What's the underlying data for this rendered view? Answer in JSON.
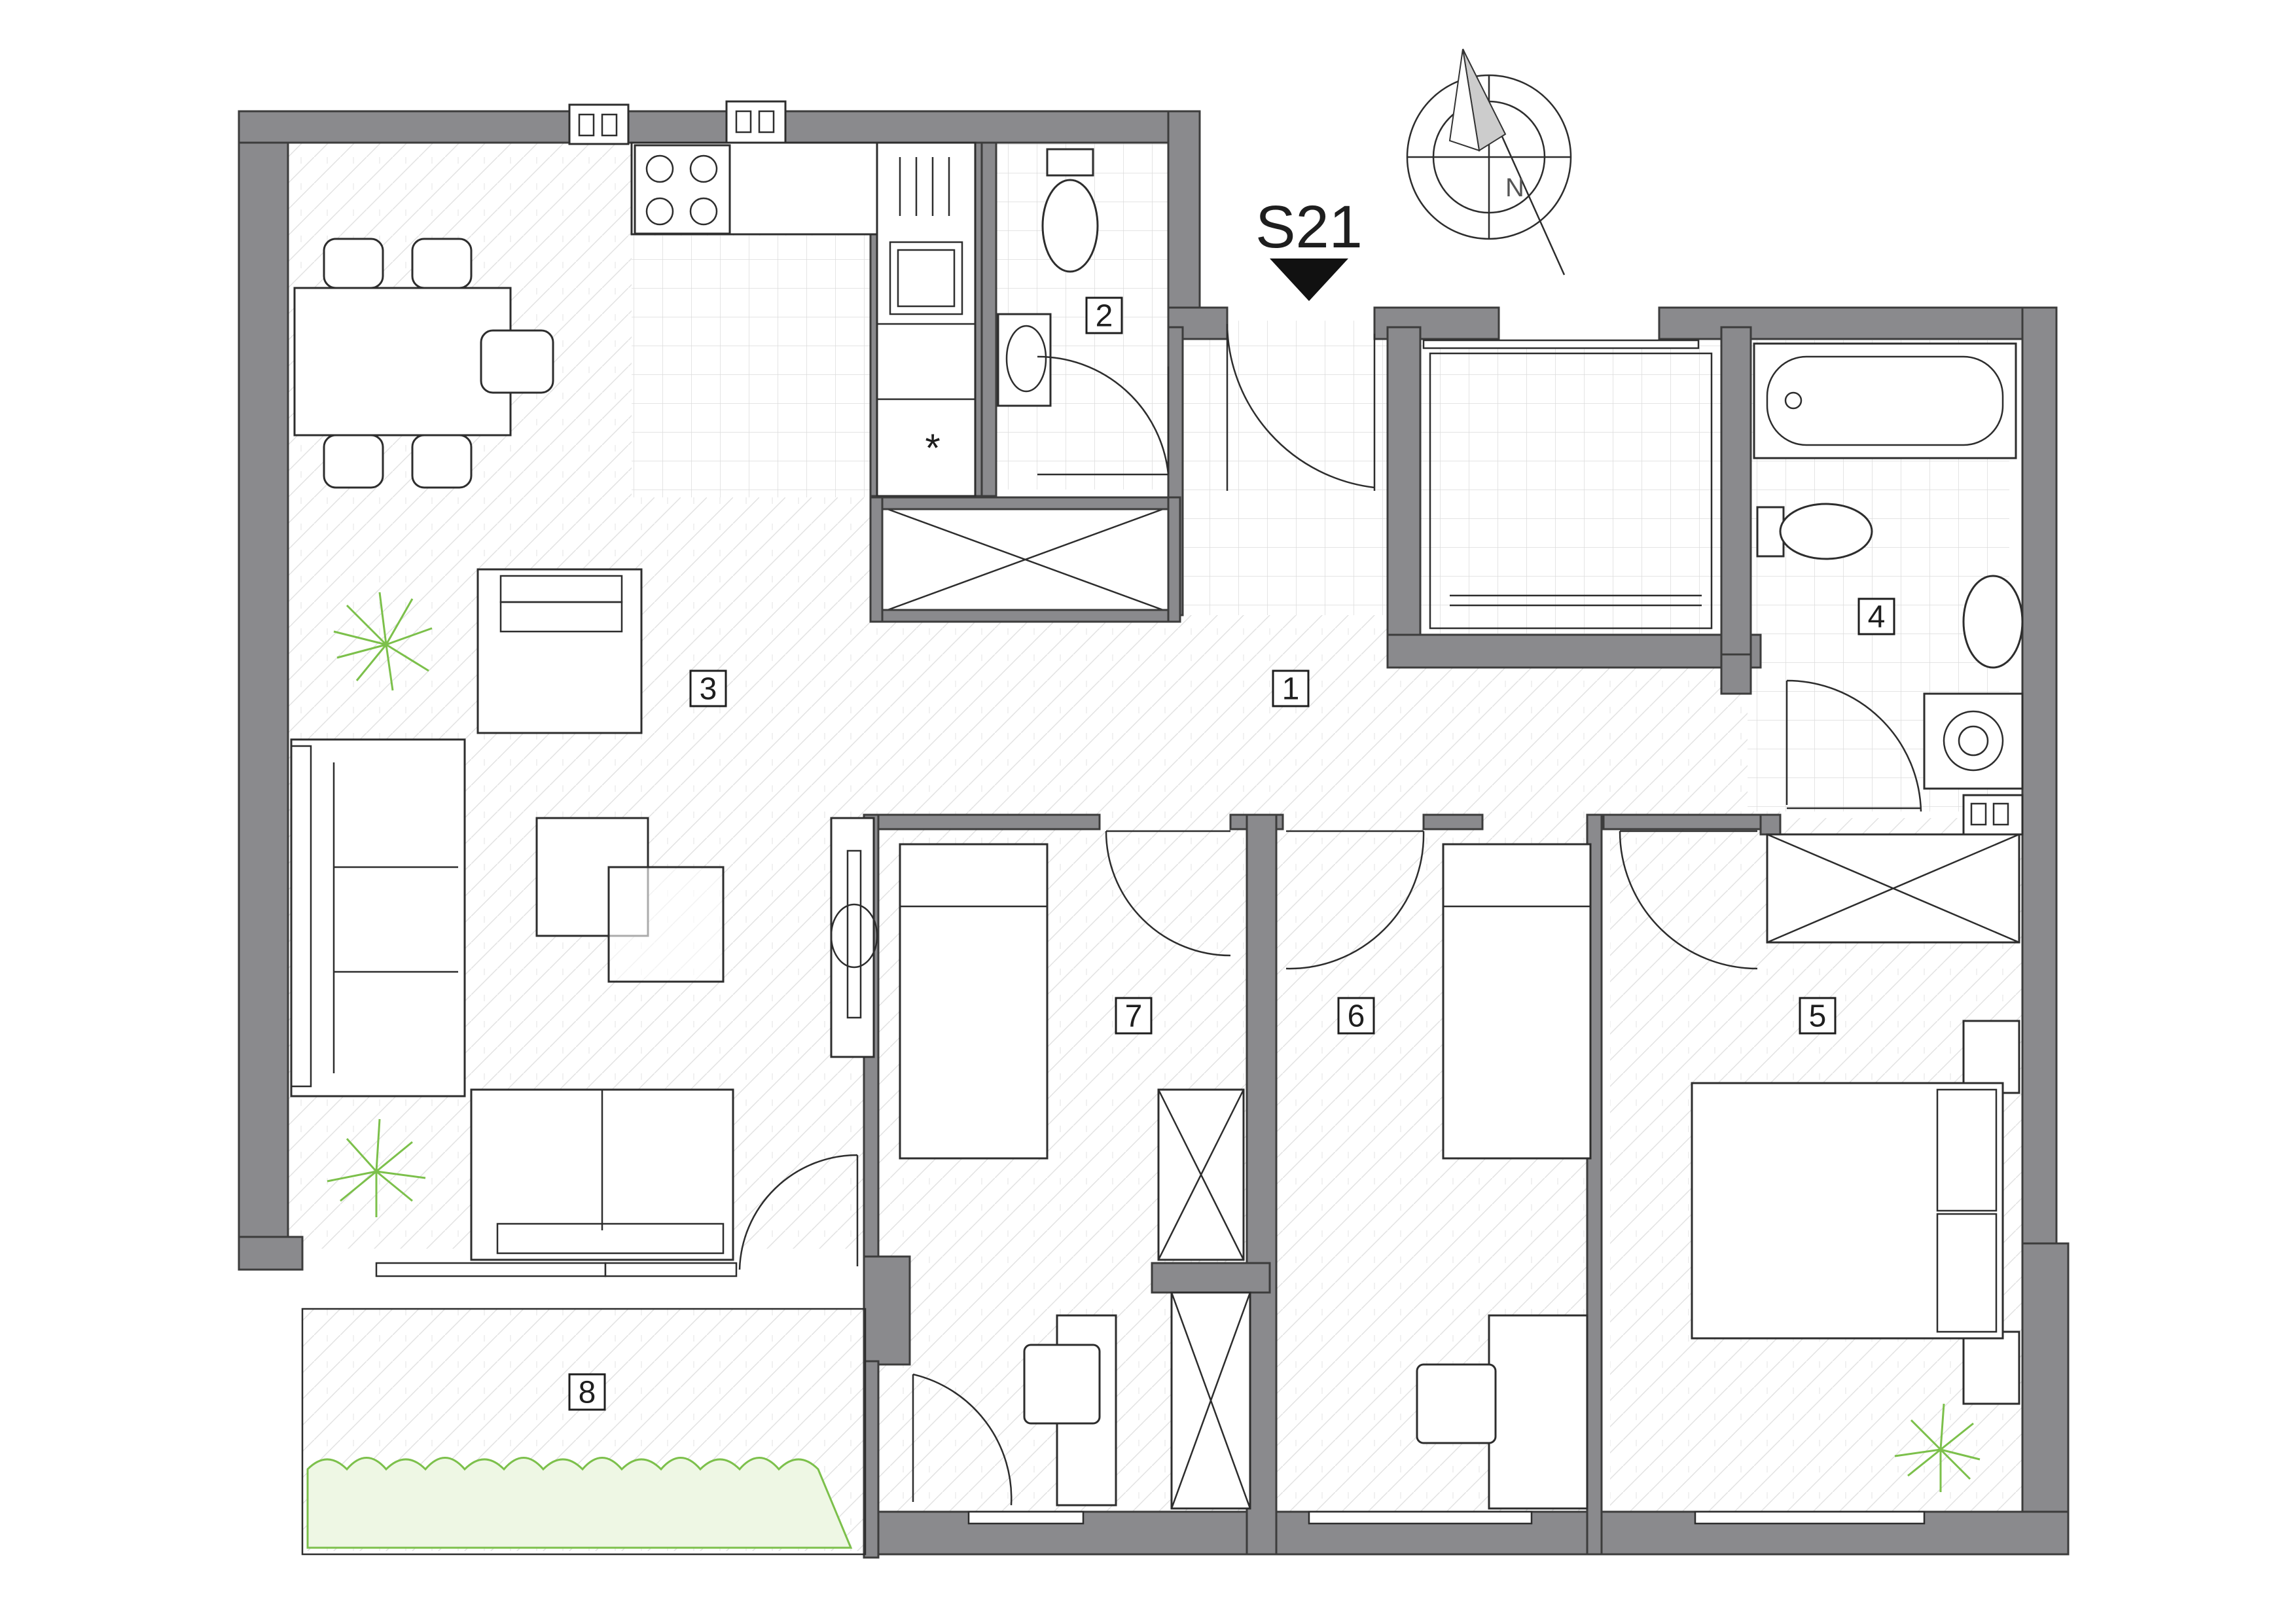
{
  "plan": {
    "code": "S21",
    "entrance_marker": "down-triangle-icon",
    "compass": {
      "north_letter": "N"
    },
    "rooms": [
      {
        "id": "1",
        "label": "1"
      },
      {
        "id": "2",
        "label": "2"
      },
      {
        "id": "3",
        "label": "3"
      },
      {
        "id": "4",
        "label": "4"
      },
      {
        "id": "5",
        "label": "5"
      },
      {
        "id": "6",
        "label": "6"
      },
      {
        "id": "7",
        "label": "7"
      },
      {
        "id": "8",
        "label": "8"
      }
    ],
    "kitchen_marker": "*"
  },
  "colors": {
    "wall": "#8a8a8d",
    "line": "#2d2d2d",
    "plant": "#7cc04b",
    "background": "#ffffff"
  }
}
